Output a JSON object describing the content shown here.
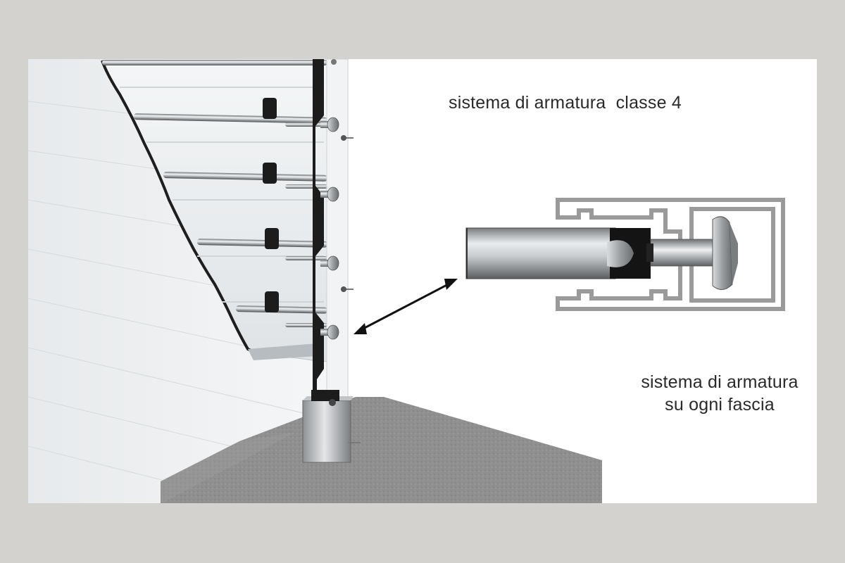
{
  "captions": {
    "top": "sistema di armatura  classe 4",
    "bottom_line1": "sistema di armatura",
    "bottom_line2": "su ogni fascia"
  },
  "colors": {
    "page_border": "#d4d2ce",
    "background": "#ffffff",
    "wall": "#eef0f1",
    "concrete": "#8e8e8e",
    "rod": "#b8bcbf",
    "profile": "#9a9a9a",
    "cap": "#1c1c1c",
    "arrow": "#111111"
  },
  "icons": {
    "arrow": "double-headed-arrow-icon",
    "bolt": "bolt-icon"
  }
}
